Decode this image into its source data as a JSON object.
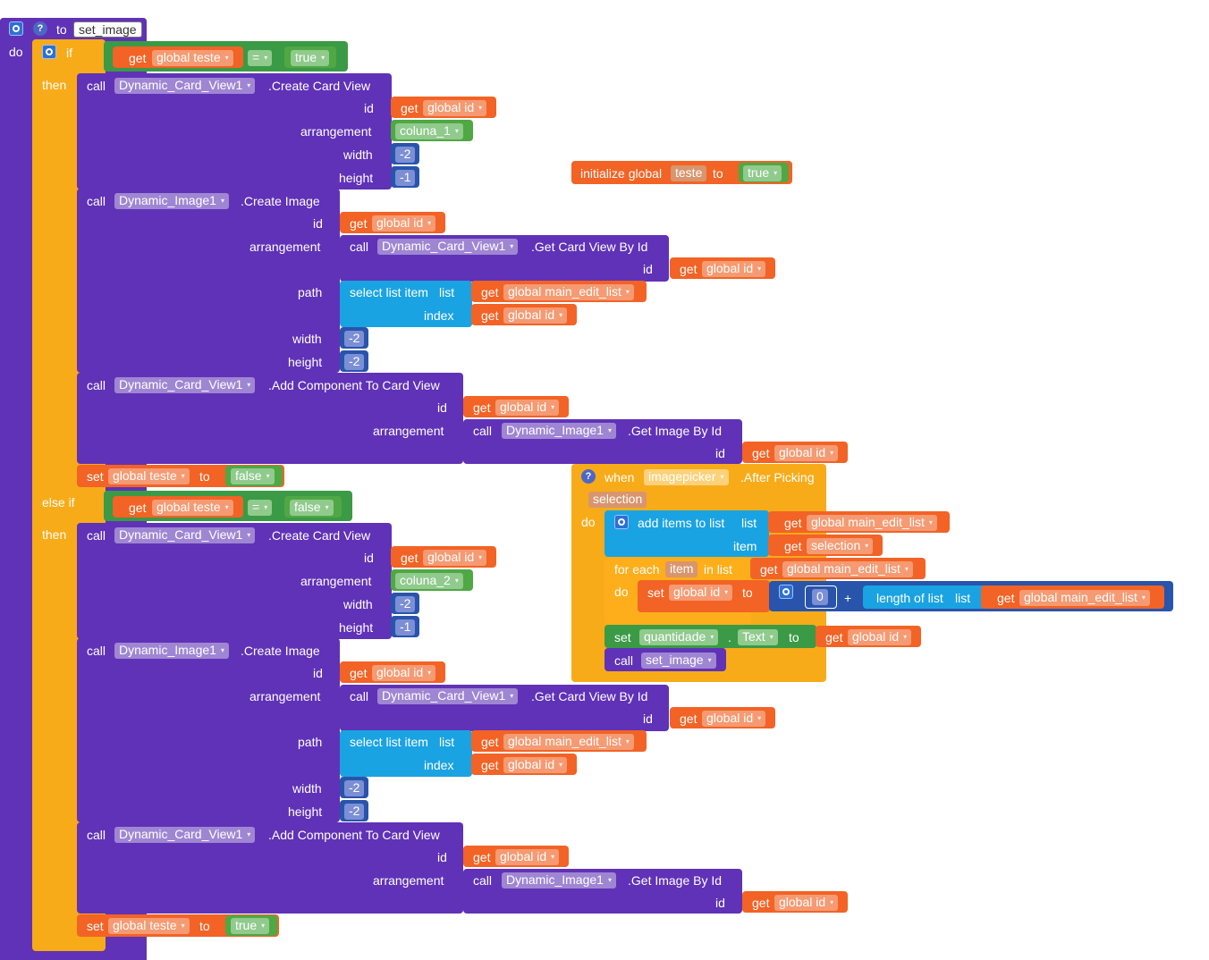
{
  "procedure": {
    "to": "to",
    "name": "set_image",
    "do": "do"
  },
  "if_block": {
    "if": "if",
    "then": "then",
    "else_if": "else if"
  },
  "common": {
    "get": "get",
    "set": "set",
    "to": "to",
    "call": "call",
    "id": "id",
    "arrangement": "arrangement",
    "width": "width",
    "height": "height",
    "path": "path",
    "index": "index",
    "list": "list",
    "item": "item",
    "eq": "=",
    "select_list_item": "select list item",
    "create_card_view": ".Create Card View",
    "create_image": ".Create Image",
    "get_card_view_by_id": ".Get Card View By Id",
    "add_component": ".Add Component To Card View",
    "get_image_by_id": ".Get Image By Id"
  },
  "vars": {
    "global_teste": "global teste",
    "global_id": "global id",
    "global_main_edit_list": "global main_edit_list",
    "selection": "selection"
  },
  "components": {
    "card_view": "Dynamic_Card_View1",
    "image": "Dynamic_Image1",
    "imagepicker": "imagepicker",
    "quantidade": "quantidade"
  },
  "values": {
    "true": "true",
    "false": "false",
    "coluna_1": "coluna_1",
    "coluna_2": "coluna_2",
    "neg2": "-2",
    "neg1": "-1",
    "zero": "0",
    "plus": "+"
  },
  "init_block": {
    "label": "initialize global",
    "var": "teste",
    "to": "to",
    "value": "true"
  },
  "event": {
    "when": "when",
    "after_picking": ".After Picking",
    "param": "selection",
    "do": "do",
    "add_items": "add items to list",
    "list_label": "list",
    "item_label": "item",
    "for_each": "for each",
    "item_var": "item",
    "in_list": "in list",
    "loop_do": "do",
    "length_of_list": "length of list",
    "text_prop": "Text",
    "call_set_image": "set_image"
  }
}
